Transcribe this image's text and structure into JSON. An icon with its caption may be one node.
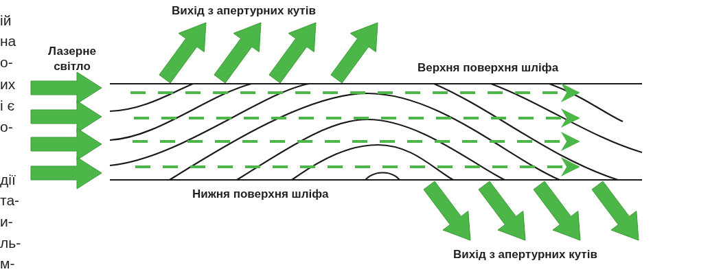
{
  "diagram": {
    "labels": [
      "ій",
      "на",
      "о-",
      "их",
      "і є",
      "о-",
      "дії",
      "та-",
      "и-",
      "ль-",
      "м-",
      "Вихід з апертурних кутів",
      "Лазерне світло",
      "Верхня поверхня шліфа",
      "Нижня поверхня шліфа",
      "Вихід з апертурних кутів"
    ]
  }
}
